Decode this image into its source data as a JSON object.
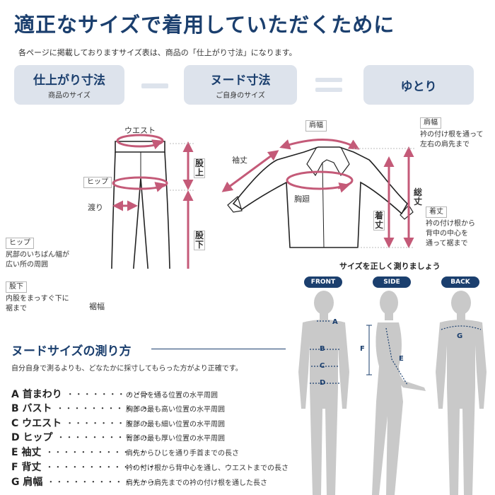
{
  "title": "適正なサイズで着用していただくために",
  "subtitle": "各ページに掲載しておりますサイズ表は、商品の「仕上がり寸法」になります。",
  "formula": {
    "finished": {
      "main": "仕上がり寸法",
      "sub": "商品のサイズ"
    },
    "minus": "ー",
    "nude": {
      "main": "ヌード寸法",
      "sub": "ご自身のサイズ"
    },
    "equals": "＝",
    "ease": {
      "main": "ゆとり"
    }
  },
  "pants": {
    "waist": "ウエスト",
    "hip_tag": "ヒップ",
    "thigh": "渡り",
    "rise": "股上",
    "inseam": "股下",
    "hem": "裾幅"
  },
  "notes": {
    "hip_title": "ヒップ",
    "hip_desc1": "尻部のいちばん幅が",
    "hip_desc2": "広い所の周囲",
    "inseam_title": "股下",
    "inseam_desc1": "内股をまっすぐ下に",
    "inseam_desc2": "裾まで"
  },
  "jacket": {
    "shoulder": "肩幅",
    "sleeve": "袖丈",
    "chest": "胸廻",
    "length": "着丈",
    "total_length": "総丈"
  },
  "jacket_notes": {
    "shoulder_title": "肩幅",
    "shoulder_desc1": "衿の付け根を通って",
    "shoulder_desc2": "左右の肩先まで",
    "length_title": "着丈",
    "length_desc1": "衿の付け根から",
    "length_desc2": "背中の中心を",
    "length_desc3": "通って裾まで"
  },
  "body_section": {
    "title": "サイズを正しく測りましょう",
    "views": [
      "FRONT",
      "SIDE",
      "BACK"
    ],
    "letters": {
      "a": "A",
      "b": "B",
      "c": "C",
      "d": "D",
      "e": "E",
      "f": "F",
      "g": "G"
    }
  },
  "nude_section": {
    "title": "ヌードサイズの測り方",
    "desc": "自分自身で測るよりも、どなたかに採寸してもらった方がより正確です。",
    "items": [
      {
        "label": "A 首まわり",
        "dots": "・・・・・・・・・・・",
        "desc": "のど骨を通る位置の水平周囲"
      },
      {
        "label": "B バスト",
        "dots": "・・・・・・・・・・・",
        "desc": "胸部の最も高い位置の水平周囲"
      },
      {
        "label": "C ウエスト",
        "dots": "・・・・・・・・・・",
        "desc": "腹部の最も細い位置の水平周囲"
      },
      {
        "label": "D ヒップ",
        "dots": "・・・・・・・・・・・",
        "desc": "臀部の最も厚い位置の水平周囲"
      },
      {
        "label": "E 袖丈",
        "dots": "・・・・・・・・・・・・",
        "desc": "肩先からひじを通り手首までの長さ"
      },
      {
        "label": "F 背丈",
        "dots": "・・・・・・・・・・・・・",
        "desc": "衿の付け根から背中心を通し、ウエストまでの長さ"
      },
      {
        "label": "G 肩幅",
        "dots": "・・・・・・・・・・・・・",
        "desc": "肩先から肩先までの衿の付け根を通した長さ"
      }
    ]
  },
  "colors": {
    "navy": "#1b3f6e",
    "pink": "#c45a78",
    "box": "#dde3ec",
    "figure": "#c9c9c9"
  }
}
